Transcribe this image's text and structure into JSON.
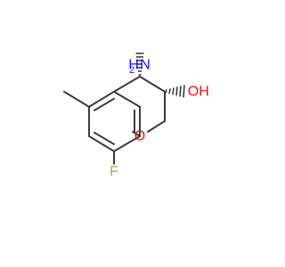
{
  "molecule": {
    "atoms": {
      "amine_n": "N",
      "amine_h": "H",
      "amine_h_count": "2",
      "hydroxyl_o": "O",
      "hydroxyl_h": "H",
      "ring_o": "O",
      "fluorine": "F"
    },
    "colors": {
      "bond": "#3c3c3c",
      "nitrogen": "#1414ff",
      "oxygen": "#ff0d0d",
      "fluorine": "#8fbf40"
    }
  }
}
